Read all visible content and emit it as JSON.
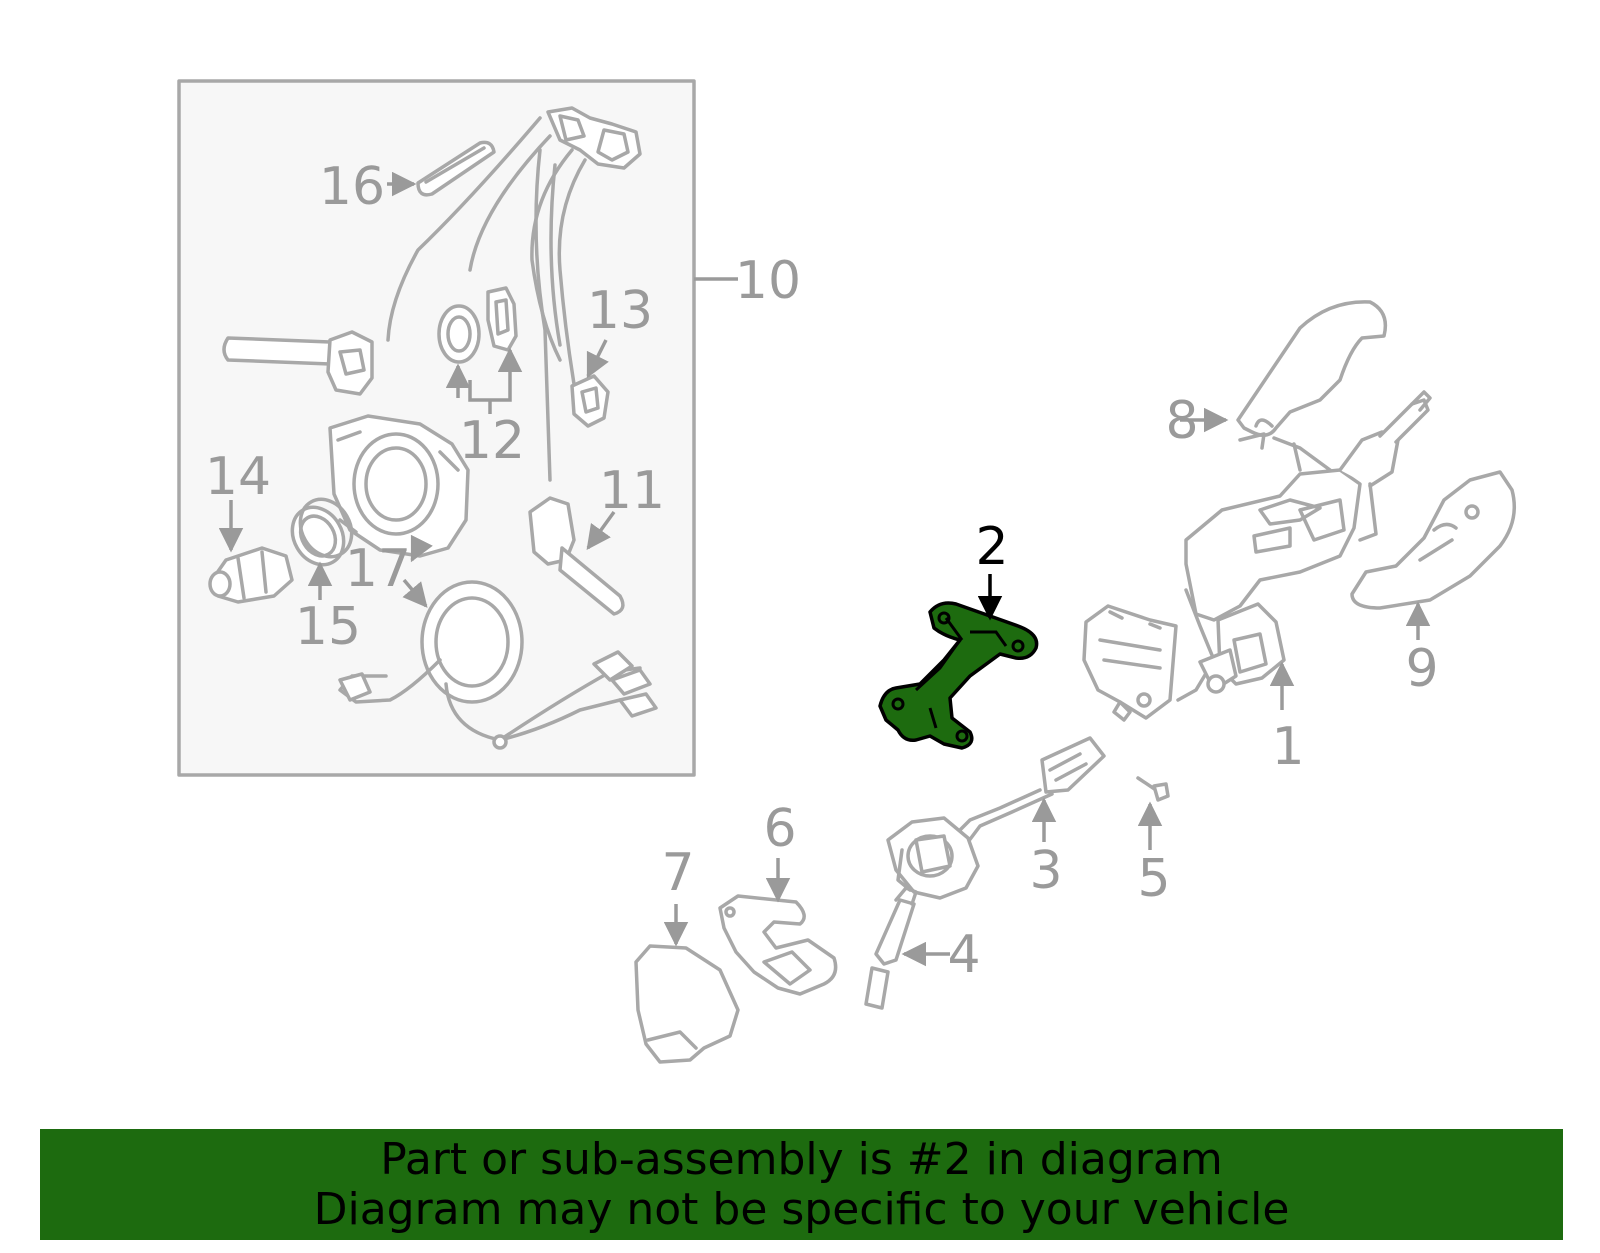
{
  "diagram": {
    "highlighted_part": "2",
    "highlight_color": "#1d6b0f",
    "line_color": "#a8a8a8",
    "label_color": "#9a9a9a",
    "inset_box_fill": "#f7f7f7",
    "labels": {
      "p1": "1",
      "p2": "2",
      "p3": "3",
      "p4": "4",
      "p5": "5",
      "p6": "6",
      "p7": "7",
      "p8": "8",
      "p9": "9",
      "p10": "10",
      "p11": "11",
      "p12": "12",
      "p13": "13",
      "p14": "14",
      "p15": "15",
      "p16": "16",
      "p17": "17"
    }
  },
  "banner": {
    "background": "#1d6b0f",
    "line1": "Part or sub-assembly is #2 in diagram",
    "line2": "Diagram may not be specific to your vehicle"
  }
}
